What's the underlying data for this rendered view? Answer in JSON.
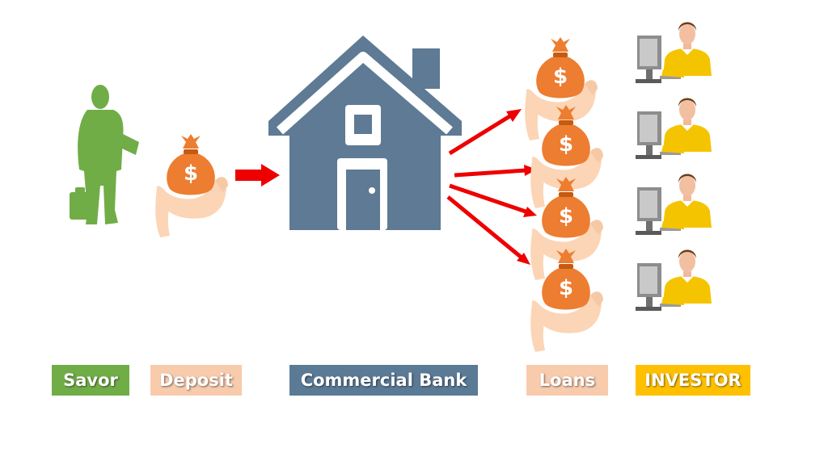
{
  "labels": {
    "savor": "Savor",
    "deposit": "Deposit",
    "bank": "Commercial Bank",
    "loans": "Loans",
    "investor": "INVESTOR"
  },
  "colors": {
    "savor": "#70ad47",
    "deposit": "#f8cbad",
    "bank": "#5b7a96",
    "loans": "#f8cbad",
    "investor": "#ffc000",
    "arrow": "#ee0000",
    "money_bag": "#ed7d31",
    "hand": "#fbd5b5",
    "investor_shirt": "#f5c400"
  },
  "icons": {
    "person": "businessman-icon",
    "deposit": "money-bag-in-hand-icon",
    "bank": "house-icon",
    "loan": "money-bag-in-hand-icon",
    "investor": "person-at-computer-icon"
  }
}
